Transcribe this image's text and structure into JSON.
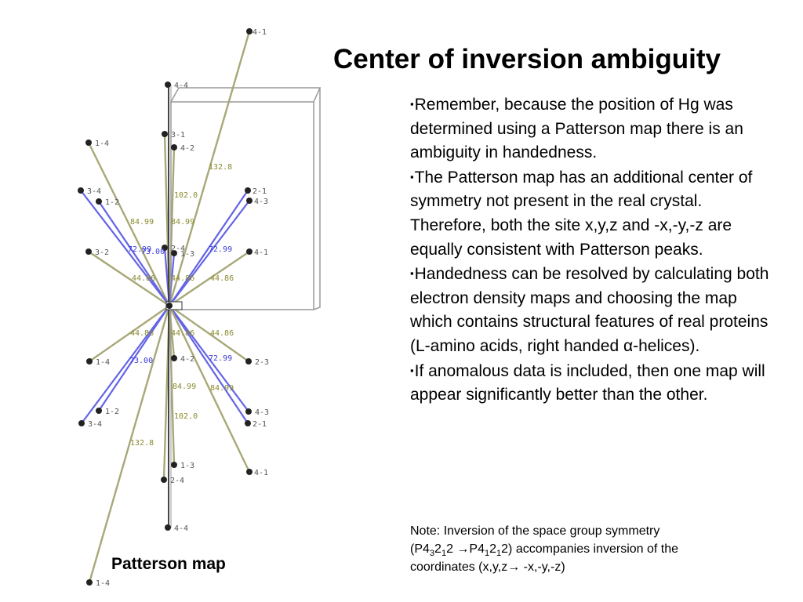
{
  "slide": {
    "title": "Center of inversion ambiguity",
    "bullet_marker": "▪",
    "bullets": [
      "Remember, because the position of Hg was determined using a Patterson map there is an ambiguity in handedness.",
      "The Patterson map has an additional center of symmetry not present in the real crystal. Therefore, both the site x,y,z  and -x,-y,-z are equally consistent with Patterson peaks.",
      "Handedness can be resolved by calculating both electron density maps and choosing the map which contains structural features of real proteins (L-amino acids, right handed α-helices).",
      "If anomalous data is included, then one map will appear significantly better than the other."
    ],
    "note": {
      "line1": "Note: Inversion of the space group symmetry",
      "paren_open": "(P4",
      "s1": "3",
      "t1": "2",
      "s2": "1",
      "t2": "2 →P4",
      "s3": "1",
      "t3": "2",
      "s4": "1",
      "t4": "2) accompanies inversion of the",
      "line3": "coordinates (x,y,z→ -x,-y,-z)"
    },
    "map_caption": "Patterson map"
  },
  "patterson": {
    "atom_labels": [
      "4-1",
      "4-4",
      "3-1",
      "4-2",
      "1-4",
      "3-4",
      "1-2",
      "2-1",
      "4-3",
      "3-2",
      "2-4",
      "1-3",
      "4-1",
      "1-4",
      "4-2",
      "2-3",
      "4-3",
      "1-2",
      "3-4",
      "2-1",
      "1-3",
      "2-4",
      "4-1",
      "4-4",
      "1-4"
    ],
    "distances": [
      "132.8",
      "102.0",
      "84.99",
      "84.99",
      "72.99",
      "72.99",
      "73.00",
      "44.86",
      "44.86",
      "44.86",
      "44.86",
      "44.86",
      "44.86",
      "84.99",
      "84.99",
      "102.0",
      "132.8",
      "73.00",
      "72.99"
    ],
    "colors": {
      "olive": "#a8a878",
      "blue": "#6464e6",
      "axis": "#555555"
    }
  }
}
